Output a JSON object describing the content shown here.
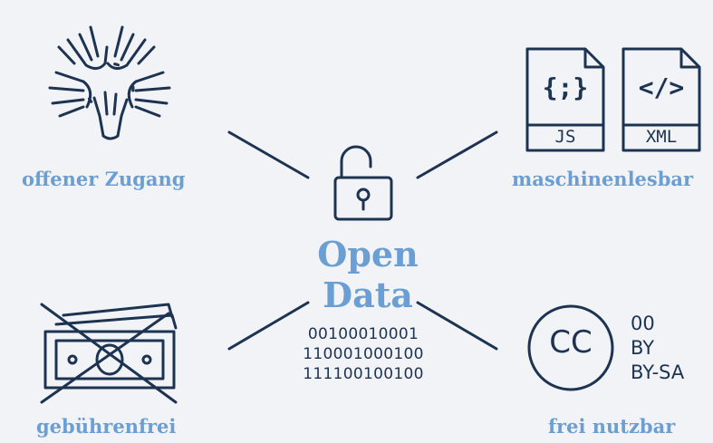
{
  "center": {
    "title": "Open Data"
  },
  "nodes": {
    "top_left": {
      "label": "offener Zugang",
      "icon": "hands-circle-icon"
    },
    "top_right": {
      "label": "maschinenlesbar",
      "icon": "file-icons",
      "files": [
        {
          "symbol": "{;}",
          "caption": "JS"
        },
        {
          "symbol": "</>",
          "caption": "XML"
        }
      ]
    },
    "bottom_left": {
      "label": "gebührenfrei",
      "icon": "crossed-money-icon"
    },
    "bottom_right": {
      "label": "frei nutzbar",
      "icon": "creative-commons-icon",
      "cc": "CC",
      "licenses": [
        "00",
        "BY",
        "BY-SA"
      ]
    }
  },
  "binary_lines": [
    "00100010001",
    "110001000100",
    "111100100100"
  ],
  "colors": {
    "accent": "#6b9fd4",
    "ink": "#1d3352",
    "background": "#f2f3f6"
  }
}
